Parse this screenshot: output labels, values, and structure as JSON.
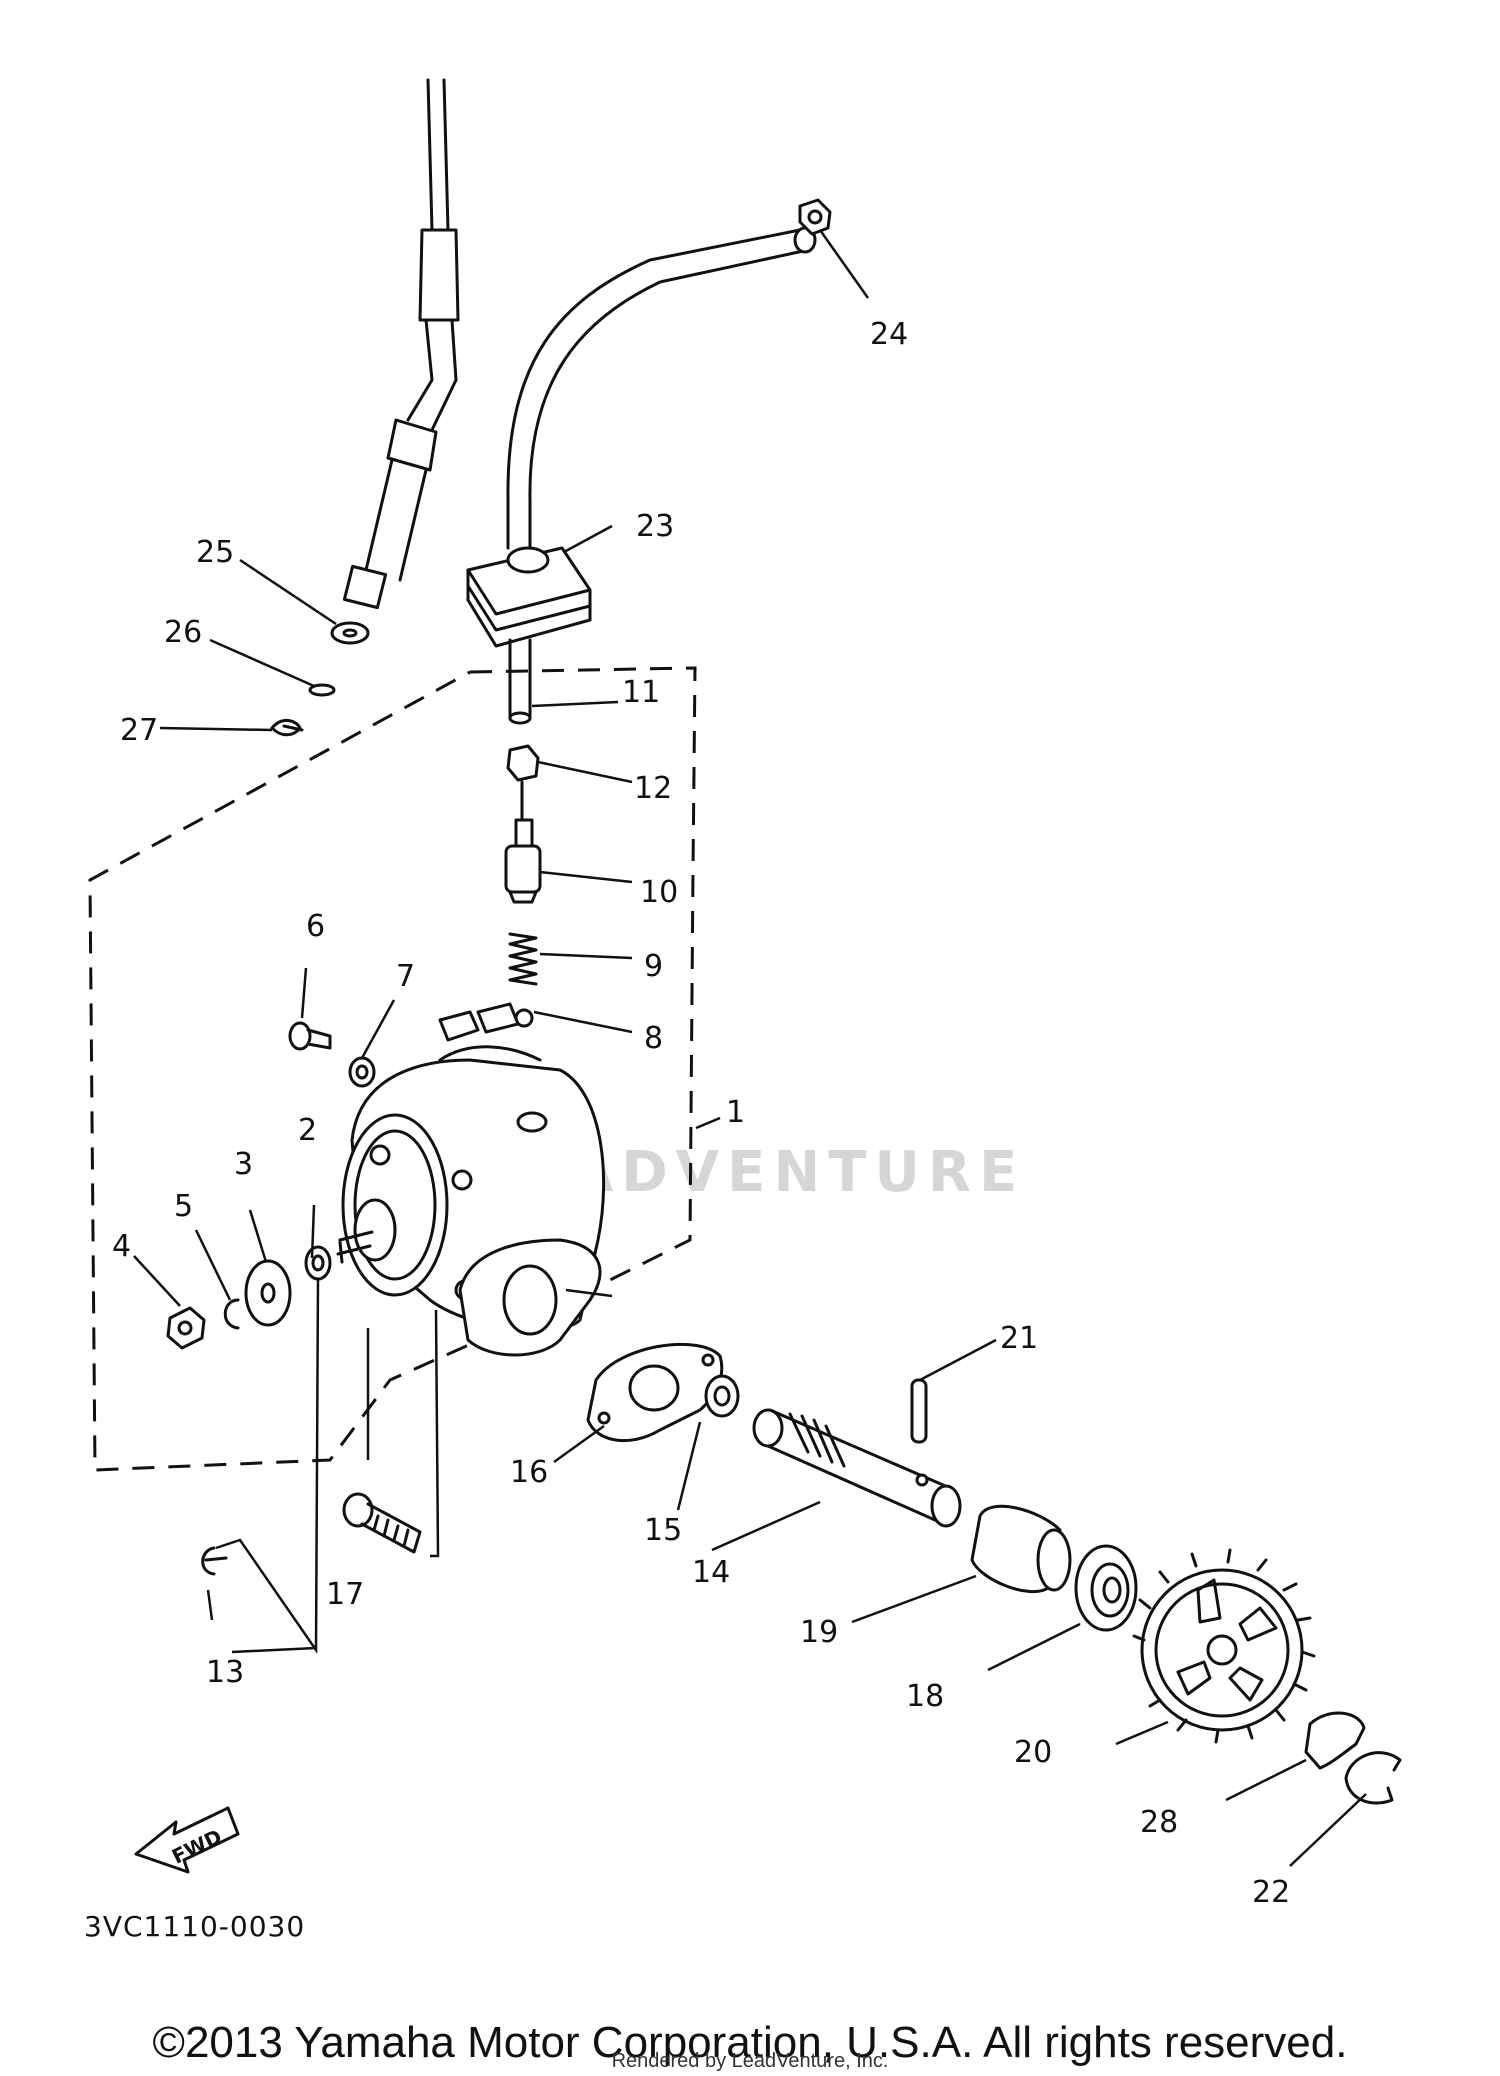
{
  "drawing_code": "3VC1110-0030",
  "copyright": "©2013 Yamaha Motor Corporation, U.S.A. All rights reserved.",
  "rendered_by": "Rendered by LeadVenture, Inc.",
  "watermark": "LEADVENTURE",
  "direction_arrow": "FWD",
  "callouts": [
    {
      "id": "c1",
      "label": "1"
    },
    {
      "id": "c2",
      "label": "2"
    },
    {
      "id": "c3",
      "label": "3"
    },
    {
      "id": "c4",
      "label": "4"
    },
    {
      "id": "c5",
      "label": "5"
    },
    {
      "id": "c6",
      "label": "6"
    },
    {
      "id": "c7",
      "label": "7"
    },
    {
      "id": "c8",
      "label": "8"
    },
    {
      "id": "c9",
      "label": "9"
    },
    {
      "id": "c10",
      "label": "10"
    },
    {
      "id": "c11",
      "label": "11"
    },
    {
      "id": "c12",
      "label": "12"
    },
    {
      "id": "c13",
      "label": "13"
    },
    {
      "id": "c14",
      "label": "14"
    },
    {
      "id": "c15",
      "label": "15"
    },
    {
      "id": "c16",
      "label": "16"
    },
    {
      "id": "c17",
      "label": "17"
    },
    {
      "id": "c18",
      "label": "18"
    },
    {
      "id": "c19",
      "label": "19"
    },
    {
      "id": "c20",
      "label": "20"
    },
    {
      "id": "c21",
      "label": "21"
    },
    {
      "id": "c22",
      "label": "22"
    },
    {
      "id": "c23",
      "label": "23"
    },
    {
      "id": "c24",
      "label": "24"
    },
    {
      "id": "c25",
      "label": "25"
    },
    {
      "id": "c26",
      "label": "26"
    },
    {
      "id": "c27",
      "label": "27"
    },
    {
      "id": "c28",
      "label": "28"
    }
  ]
}
